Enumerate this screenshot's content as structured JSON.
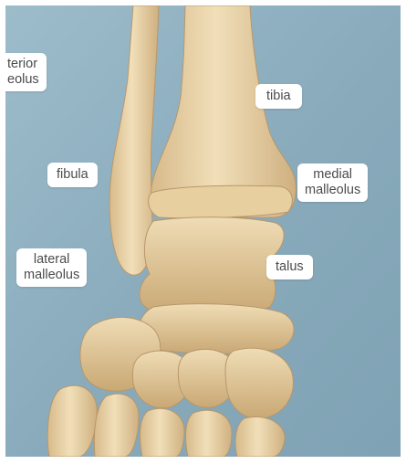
{
  "labels": {
    "posterior_malleolus": {
      "line1": "terior",
      "line2": "eolus"
    },
    "tibia": "tibia",
    "fibula": "fibula",
    "medial_malleolus": {
      "line1": "medial",
      "line2": "malleolus"
    },
    "lateral_malleolus": {
      "line1": "lateral",
      "line2": "malleolus"
    },
    "talus": "talus"
  },
  "colors": {
    "background": "#8fb0c1",
    "bone": "#e9d3a8",
    "bone_shadow": "#c9ab79",
    "label_bg": "#ffffff",
    "label_text": "#4b4b4b"
  }
}
